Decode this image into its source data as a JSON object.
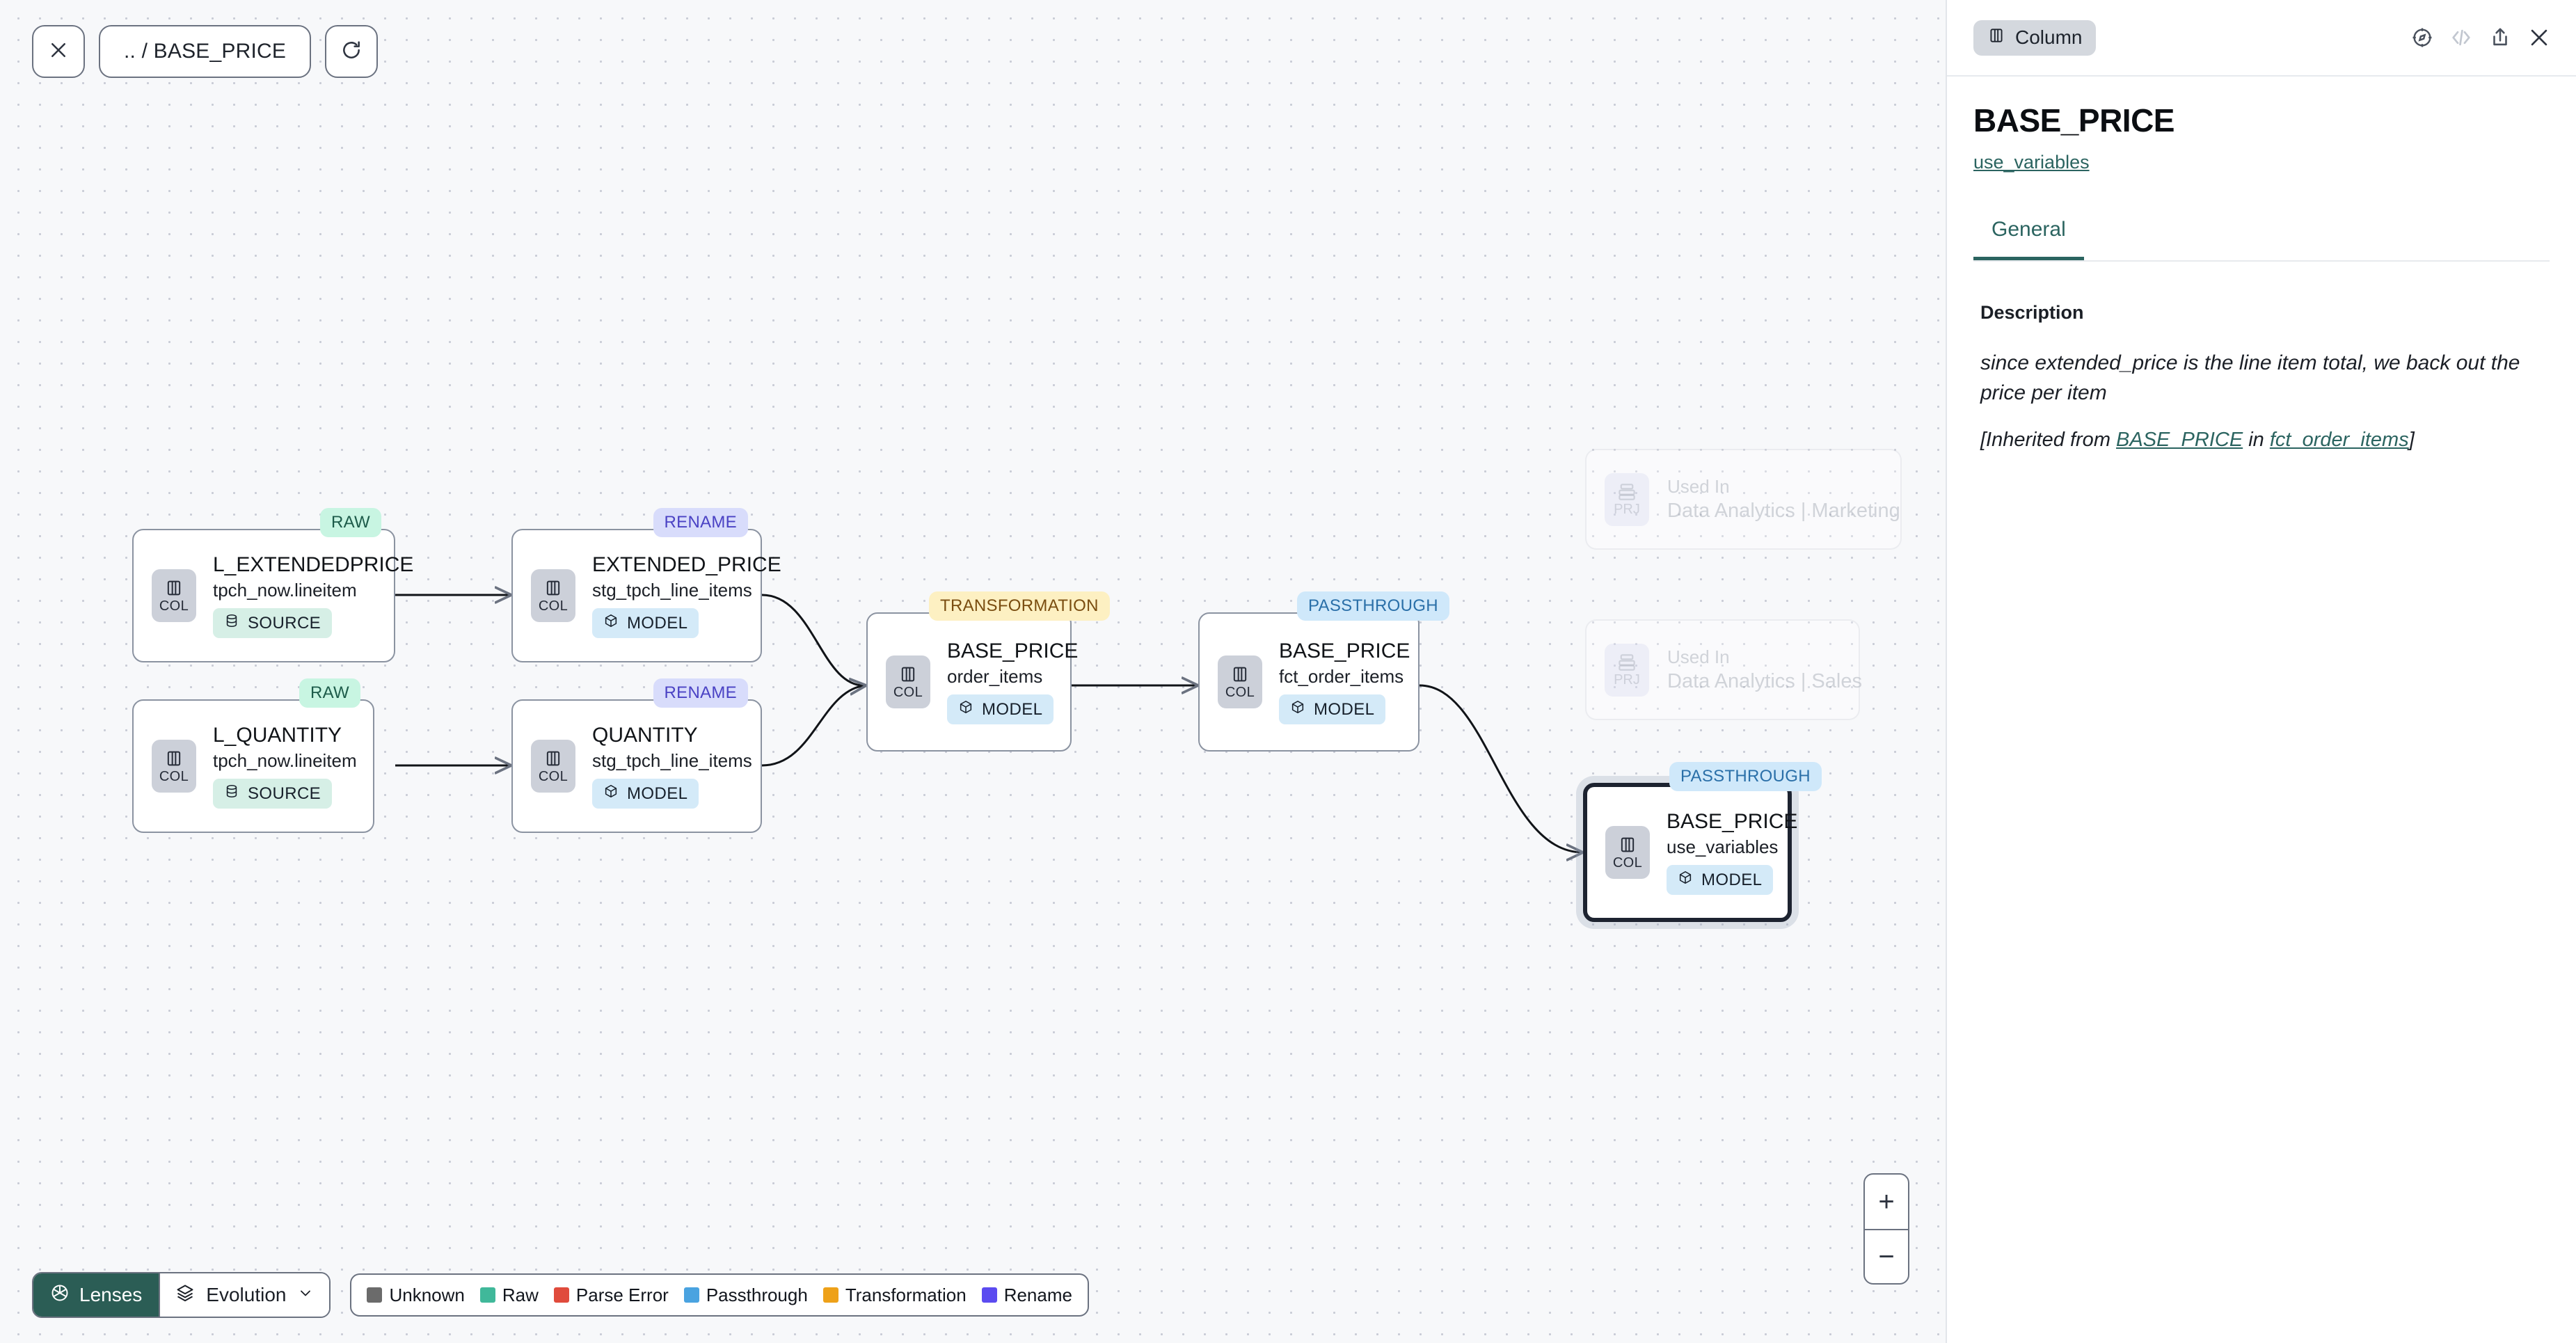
{
  "toolbar": {
    "close_icon": "close-icon",
    "breadcrumb": ".. / BASE_PRICE",
    "refresh_icon": "refresh-icon"
  },
  "graph": {
    "nodes": [
      {
        "badge": "RAW",
        "badge_kind": "raw",
        "icon_label": "COL",
        "title": "L_EXTENDEDPRICE",
        "subtitle": "tpch_now.lineitem",
        "chip": "SOURCE",
        "chip_kind": "source"
      },
      {
        "badge": "RAW",
        "badge_kind": "raw",
        "icon_label": "COL",
        "title": "L_QUANTITY",
        "subtitle": "tpch_now.lineitem",
        "chip": "SOURCE",
        "chip_kind": "source"
      },
      {
        "badge": "RENAME",
        "badge_kind": "rename",
        "icon_label": "COL",
        "title": "EXTENDED_PRICE",
        "subtitle": "stg_tpch_line_items",
        "chip": "MODEL",
        "chip_kind": "model"
      },
      {
        "badge": "RENAME",
        "badge_kind": "rename",
        "icon_label": "COL",
        "title": "QUANTITY",
        "subtitle": "stg_tpch_line_items",
        "chip": "MODEL",
        "chip_kind": "model"
      },
      {
        "badge": "TRANSFORMATION",
        "badge_kind": "transformation",
        "icon_label": "COL",
        "title": "BASE_PRICE",
        "subtitle": "order_items",
        "chip": "MODEL",
        "chip_kind": "model"
      },
      {
        "badge": "PASSTHROUGH",
        "badge_kind": "passthrough",
        "icon_label": "COL",
        "title": "BASE_PRICE",
        "subtitle": "fct_order_items",
        "chip": "MODEL",
        "chip_kind": "model"
      },
      {
        "badge": "PASSTHROUGH",
        "badge_kind": "passthrough",
        "icon_label": "COL",
        "title": "BASE_PRICE",
        "subtitle": "use_variables",
        "chip": "MODEL",
        "chip_kind": "model",
        "selected": true
      }
    ],
    "ghost_nodes": [
      {
        "icon_label": "PRJ",
        "used_in": "Used In",
        "name": "Data Analytics | Marketing"
      },
      {
        "icon_label": "PRJ",
        "used_in": "Used In",
        "name": "Data Analytics | Sales"
      }
    ]
  },
  "bottom": {
    "lenses_label": "Lenses",
    "lenses_icon": "aperture-icon",
    "evolution_label": "Evolution",
    "evolution_icon": "layers-icon",
    "chevron_icon": "chevron-down-icon",
    "legend": [
      {
        "label": "Unknown",
        "color": "#6b6b6b"
      },
      {
        "label": "Raw",
        "color": "#40b89a"
      },
      {
        "label": "Parse Error",
        "color": "#e04b3c"
      },
      {
        "label": "Passthrough",
        "color": "#4aa3e0"
      },
      {
        "label": "Transformation",
        "color": "#eea119"
      },
      {
        "label": "Rename",
        "color": "#5b4bf0"
      }
    ]
  },
  "zoom_control": {
    "in_label": "+",
    "out_label": "−"
  },
  "panel": {
    "type_badge": "Column",
    "type_icon": "column-icon",
    "icons": {
      "compass": "compass-icon",
      "code": "code-icon",
      "share": "share-icon",
      "close": "close-icon"
    },
    "title": "BASE_PRICE",
    "model_link": "use_variables",
    "tabs": [
      {
        "label": "General",
        "active": true
      }
    ],
    "description_label": "Description",
    "description_text": "since extended_price is the line item total, we back out the price per item",
    "inherited": {
      "prefix": "[Inherited from ",
      "link_column": "BASE_PRICE",
      "middle": " in ",
      "link_model": "fct_order_items",
      "suffix": "]"
    }
  }
}
